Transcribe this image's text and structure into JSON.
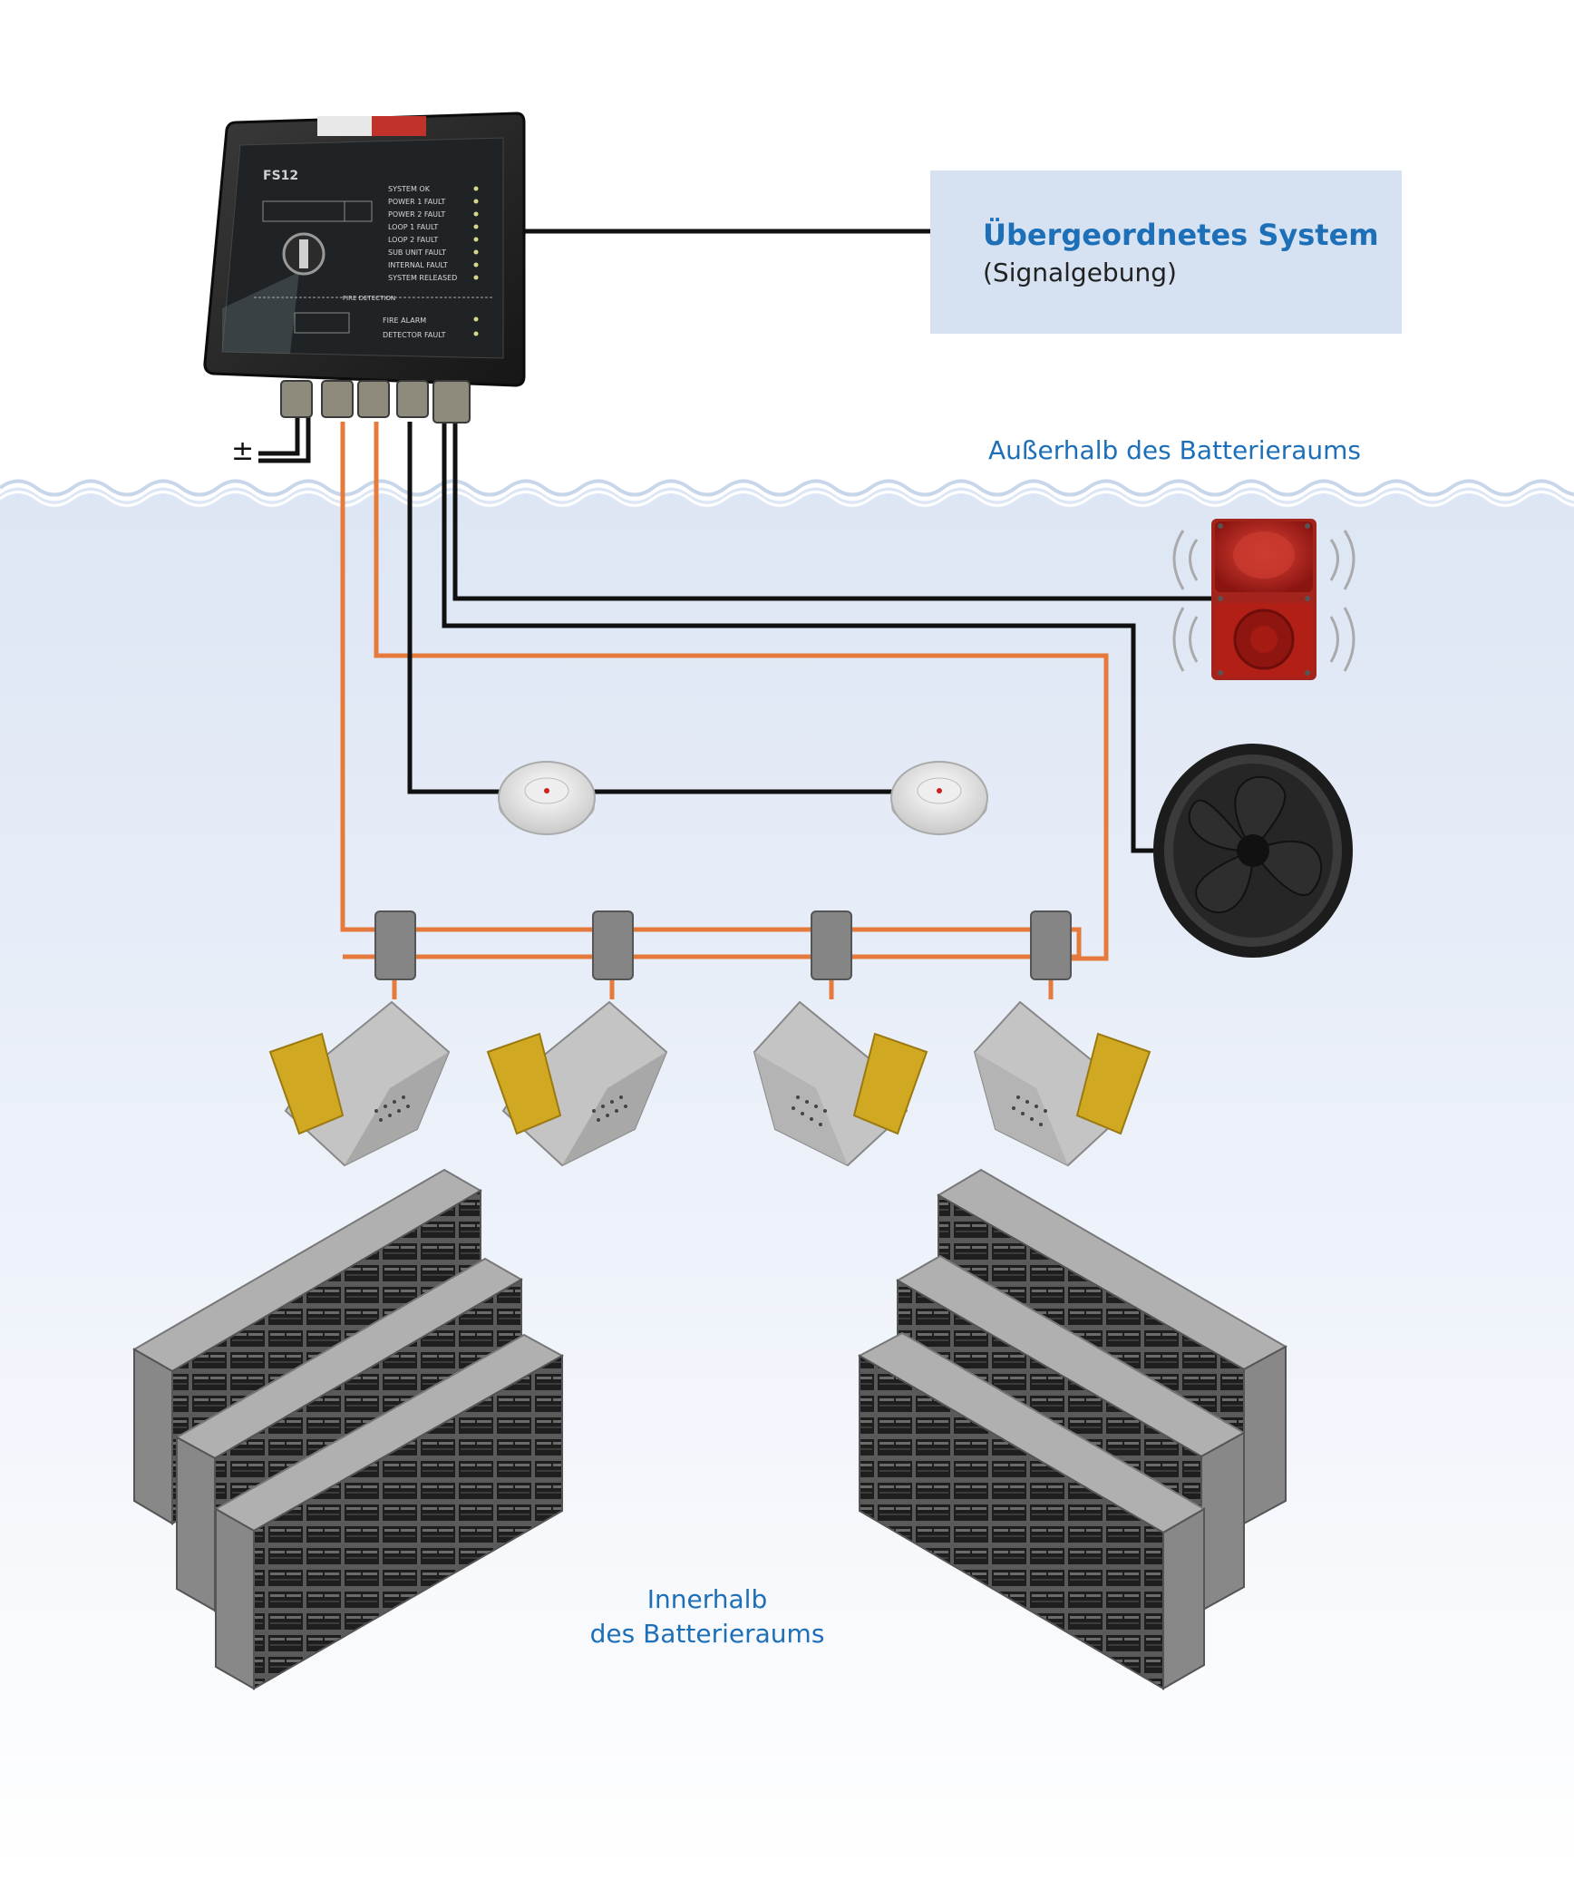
{
  "control_panel": {
    "model": "FS12",
    "status_items": [
      "SYSTEM OK",
      "POWER 1 FAULT",
      "POWER 2 FAULT",
      "LOOP 1 FAULT",
      "LOOP 2 FAULT",
      "SUB UNIT FAULT",
      "INTERNAL FAULT",
      "SYSTEM RELEASED"
    ],
    "section_label": "FIRE DETECTION",
    "alarm_items": [
      "FIRE ALARM",
      "DETECTOR FAULT"
    ]
  },
  "upper_system": {
    "title": "Übergeordnetes System",
    "subtitle": "(Signalgebung)"
  },
  "power_symbol": "±",
  "zones": {
    "outside": "Außerhalb des Batterieraums",
    "inside_line1": "Innerhalb",
    "inside_line2": "des Batterieraums"
  },
  "colors": {
    "label_blue": "#1d6fb8",
    "orange_cable": "#e57a3c",
    "black_cable": "#111111",
    "box_fill": "#d6e2f2"
  }
}
